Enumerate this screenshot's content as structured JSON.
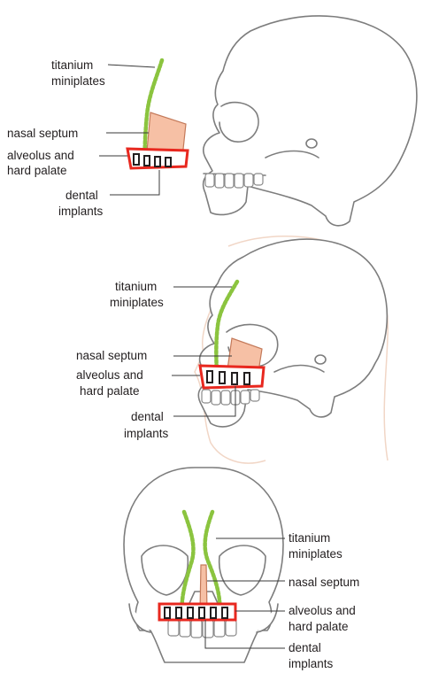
{
  "colors": {
    "septum": "#f6c0a5",
    "miniplate": "#8bc43f",
    "palate_outline": "#e8281f",
    "bone_outline": "#7d7d7d"
  },
  "panel_top": {
    "labels": {
      "miniplates": [
        "titanium",
        "miniplates"
      ],
      "septum": [
        "nasal septum"
      ],
      "palate": [
        "alveolus and",
        "hard palate"
      ],
      "implants": [
        "dental",
        "implants"
      ]
    }
  },
  "panel_middle": {
    "labels": {
      "miniplates": [
        "titanium",
        "miniplates"
      ],
      "septum": [
        "nasal septum"
      ],
      "palate": [
        "alveolus and",
        "hard palate"
      ],
      "implants": [
        "dental",
        "implants"
      ]
    }
  },
  "panel_bottom": {
    "labels": {
      "miniplates": [
        "titanium",
        "miniplates"
      ],
      "septum": [
        "nasal septum"
      ],
      "palate": [
        "alveolus and",
        "hard palate"
      ],
      "implants": [
        "dental",
        "implants"
      ]
    }
  }
}
